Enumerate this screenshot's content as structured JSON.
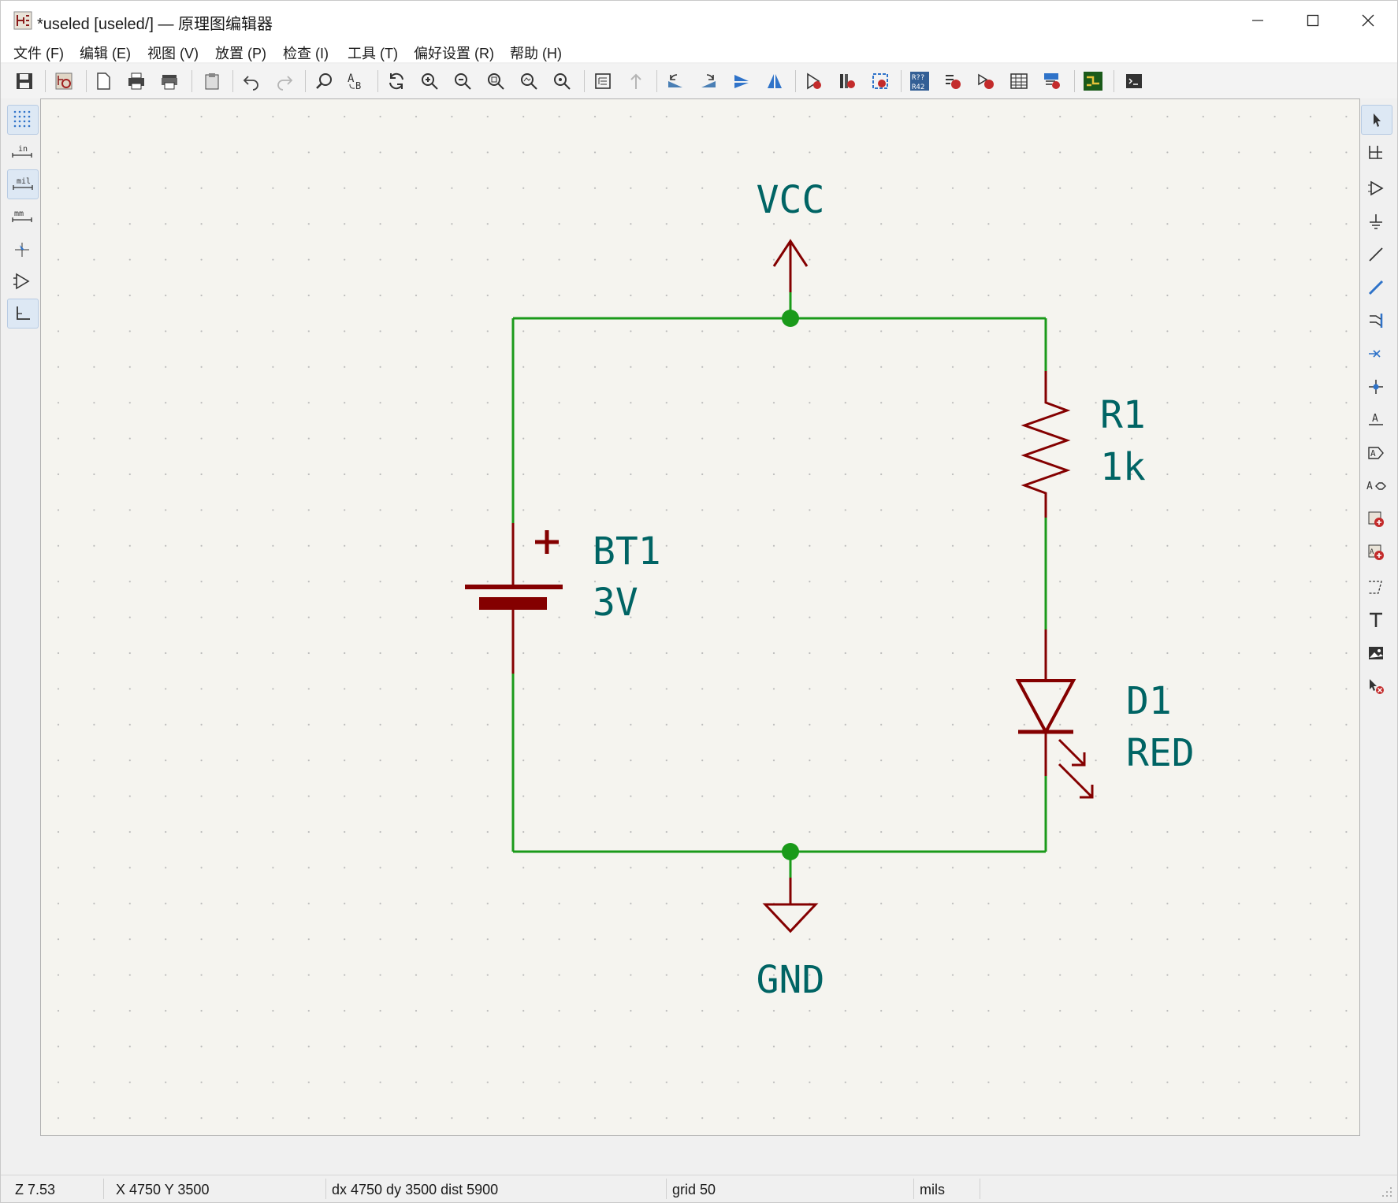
{
  "window": {
    "title": "*useled [useled/] — 原理图编辑器"
  },
  "menu": [
    "文件 (F)",
    "编辑 (E)",
    "视图 (V)",
    "放置 (P)",
    "检查 (I)",
    "工具 (T)",
    "偏好设置 (R)",
    "帮助 (H)"
  ],
  "toolbar_icons": [
    "save-icon",
    "schematic-setup-icon",
    "page-settings-icon",
    "print-icon",
    "plot-icon",
    "paste-icon",
    "undo-icon",
    "redo-icon",
    "find-icon",
    "find-replace-icon",
    "refresh-icon",
    "zoom-in-icon",
    "zoom-out-icon",
    "zoom-fit-icon",
    "zoom-objects-icon",
    "zoom-tool-icon",
    "hierarchy-navigator-icon",
    "leave-sheet-icon",
    "rotate-ccw-icon",
    "rotate-cw-icon",
    "mirror-v-icon",
    "mirror-h-icon",
    "symbol-editor-icon",
    "symbol-browser-icon",
    "footprint-assign-icon",
    "annotate-icon",
    "erc-icon",
    "symbol-fields-table-icon",
    "bom-icon",
    "netlist-icon",
    "pcb-editor-icon",
    "scripting-console-icon"
  ],
  "left_toolbar": {
    "items": [
      {
        "icon": "grid-icon",
        "active": true
      },
      {
        "icon": "units-inch-icon",
        "label": "in",
        "active": false
      },
      {
        "icon": "units-mil-icon",
        "label": "mil",
        "active": true
      },
      {
        "icon": "units-mm-icon",
        "label": "mm",
        "active": false
      },
      {
        "icon": "cursor-crosshair-icon",
        "active": false
      },
      {
        "icon": "hidden-pins-icon",
        "active": false
      },
      {
        "icon": "line-mode-icon",
        "active": true
      }
    ]
  },
  "right_toolbar": {
    "items": [
      "select-icon",
      "highlight-net-icon",
      "add-symbol-icon",
      "add-power-icon",
      "add-wire-icon",
      "add-bus-icon",
      "add-bus-entry-icon",
      "no-connect-icon",
      "add-junction-icon",
      "add-label-icon",
      "add-global-label-icon",
      "add-hier-label-icon",
      "add-sheet-icon",
      "import-sheet-pin-icon",
      "add-graphic-line-icon",
      "add-text-icon",
      "add-image-icon",
      "delete-tool-icon"
    ]
  },
  "schematic": {
    "power_top": "VCC",
    "power_bottom": "GND",
    "battery": {
      "ref": "BT1",
      "value": "3V",
      "polarity": "+"
    },
    "resistor": {
      "ref": "R1",
      "value": "1k"
    },
    "led": {
      "ref": "D1",
      "value": "RED"
    },
    "colors": {
      "wire": "#1a9a1a",
      "junction": "#1a9a1a",
      "symbol": "#840000",
      "text": "#006464",
      "background": "#f5f4ef",
      "grid_dot": "#b8b8b8"
    }
  },
  "status": {
    "zoom": "Z 7.53",
    "cursor": "X 4750  Y 3500",
    "delta": "dx 4750  dy 3500  dist 5900",
    "grid": "grid 50",
    "units": "mils"
  }
}
